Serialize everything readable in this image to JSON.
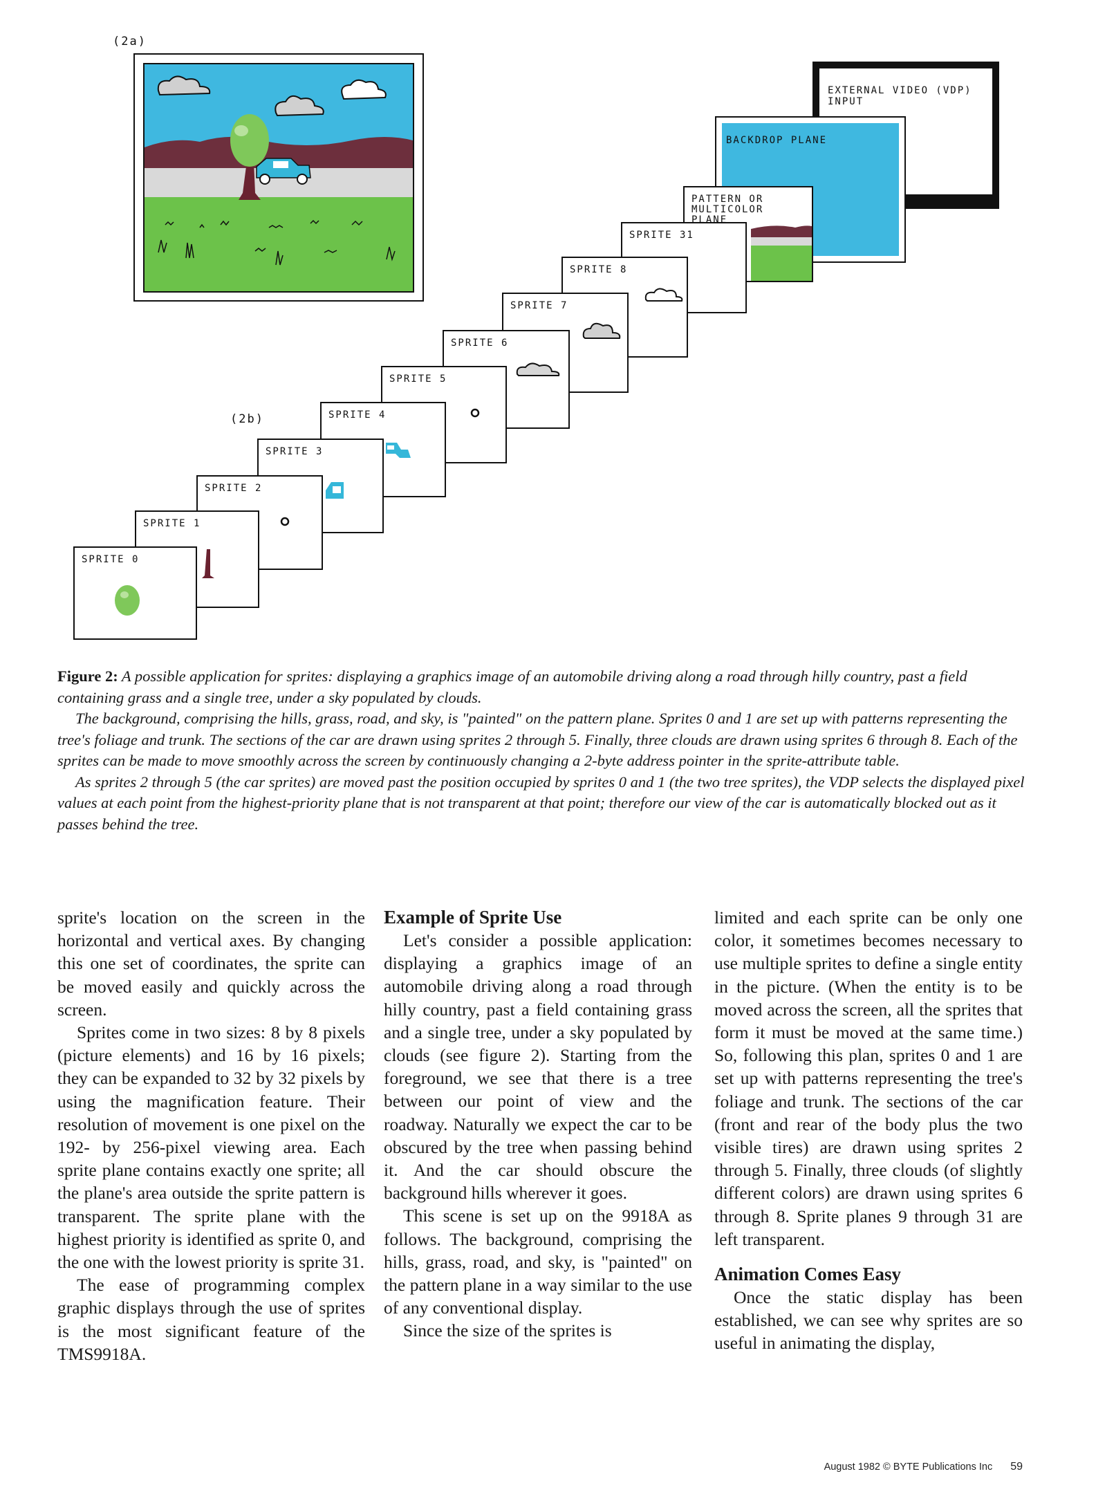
{
  "figure": {
    "label_2a": "(2a)",
    "label_2b": "(2b)",
    "external_video": "EXTERNAL VIDEO (VDP)\nINPUT",
    "backdrop_plane": "BACKDROP PLANE",
    "pattern_plane": "PATTERN OR\nMULTICOLOR\nPLANE",
    "sprites": [
      {
        "label": "SPRITE 31"
      },
      {
        "label": "SPRITE 8"
      },
      {
        "label": "SPRITE 7"
      },
      {
        "label": "SPRITE 6"
      },
      {
        "label": "SPRITE 5"
      },
      {
        "label": "SPRITE 4"
      },
      {
        "label": "SPRITE 3"
      },
      {
        "label": "SPRITE 2"
      },
      {
        "label": "SPRITE 1"
      },
      {
        "label": "SPRITE 0"
      }
    ],
    "colors": {
      "sky": "#3fb8e0",
      "hills": "#6d2f3d",
      "grass": "#6cc24a",
      "road": "#d9d9d9",
      "tree_foliage": "#7fc85a",
      "tree_trunk": "#6a2230",
      "car": "#35b7d9"
    }
  },
  "caption": {
    "label": "Figure 2:",
    "p1": "A possible application for sprites: displaying a graphics image of an automobile driving along a road through hilly country, past a field containing grass and a single tree, under a sky populated by clouds.",
    "p2": "The background, comprising the hills, grass, road, and sky, is \"painted\" on the pattern plane. Sprites 0 and 1 are set up with patterns representing the tree's foliage and trunk. The sections of the car are drawn using sprites 2 through 5. Finally, three clouds are drawn using sprites 6 through 8. Each of the sprites can be made to move smoothly across the screen by continuously changing a 2-byte address pointer in the sprite-attribute table.",
    "p3": "As sprites 2 through 5 (the car sprites) are moved past the position occupied by sprites 0 and 1 (the two tree sprites), the VDP selects the displayed pixel values at each point from the highest-priority plane that is not transparent at that point; therefore our view of the car is automatically blocked out as it passes behind the tree."
  },
  "body": {
    "col1_p1": "sprite's location on the screen in the horizontal and vertical axes. By changing this one set of coordinates, the sprite can be moved easily and quickly across the screen.",
    "col1_p2": "Sprites come in two sizes: 8 by 8 pixels (picture elements) and 16 by 16 pixels; they can be expanded to 32 by 32 pixels by using the magnification feature. Their resolution of movement is one pixel on the 192- by 256-pixel viewing area. Each sprite plane contains exactly one sprite; all the plane's area outside the sprite pattern is transparent. The sprite plane with the highest priority is identified as sprite 0, and the one with the lowest priority is sprite 31.",
    "col1_p3": "The ease of programming complex graphic displays through the use of sprites is the most significant feature of the TMS9918A.",
    "col2_heading": "Example of Sprite Use",
    "col2_p1": "Let's consider a possible application: displaying a graphics image of an automobile driving along a road through hilly country, past a field containing grass and a single tree, under a sky populated by clouds (see figure 2). Starting from the foreground, we see that there is a tree between our point of view and the roadway. Naturally we expect the car to be obscured by the tree when passing behind it. And the car should obscure the background hills wherever it goes.",
    "col2_p2": "This scene is set up on the 9918A as follows. The background, comprising the hills, grass, road, and sky, is \"painted\" on the pattern plane in a way similar to the use of any conventional display.",
    "col2_p3": "Since the size of the sprites is",
    "col3_p1": "limited and each sprite can be only one color, it sometimes becomes necessary to use multiple sprites to define a single entity in the picture. (When the entity is to be moved across the screen, all the sprites that form it must be moved at the same time.) So, following this plan, sprites 0 and 1 are set up with patterns representing the tree's foliage and trunk. The sections of the car (front and rear of the body plus the two visible tires) are drawn using sprites 2 through 5. Finally, three clouds (of slightly different colors) are drawn using sprites 6 through 8. Sprite planes 9 through 31 are left transparent.",
    "col3_heading": "Animation Comes Easy",
    "col3_p2": "Once the static display has been established, we can see why sprites are so useful in animating the display,"
  },
  "footer": {
    "text": "August 1982 © BYTE Publications Inc",
    "page": "59"
  }
}
